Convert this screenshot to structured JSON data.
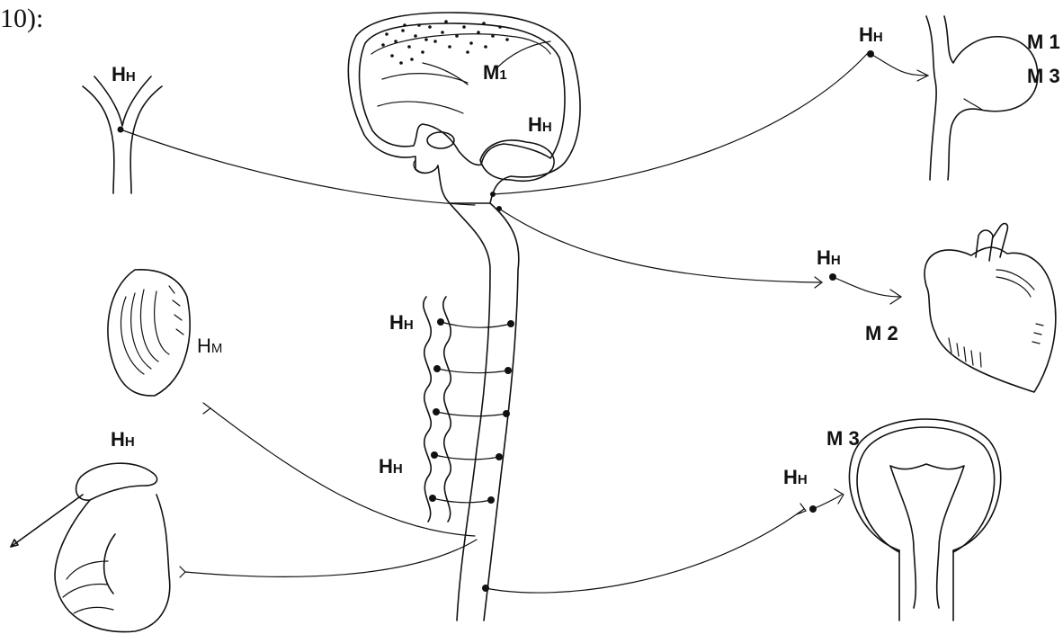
{
  "heading": "10):",
  "labels": {
    "nn_eyes": "Н",
    "nn_eyes_sub": "Н",
    "m1_brain": "М",
    "m1_brain_sub": "1",
    "nn_brain": "Н",
    "nn_brain_sub": "Н",
    "nn_stomach": "Н",
    "nn_stomach_sub": "Н",
    "m1_stomach": "М 1",
    "m3_stomach": "М 3",
    "nn_heart": "Н",
    "nn_heart_sub": "Н",
    "m2_heart": "М 2",
    "nm_muscle": "Н",
    "nm_muscle_sub": "М",
    "nn_ganglia_top": "Н",
    "nn_ganglia_top_sub": "Н",
    "nn_ganglia_bottom": "Н",
    "nn_ganglia_bottom_sub": "Н",
    "nn_kidney": "Н",
    "nn_kidney_sub": "Н",
    "m3_uterus": "М 3",
    "nn_uterus": "Н",
    "nn_uterus_sub": "Н"
  }
}
